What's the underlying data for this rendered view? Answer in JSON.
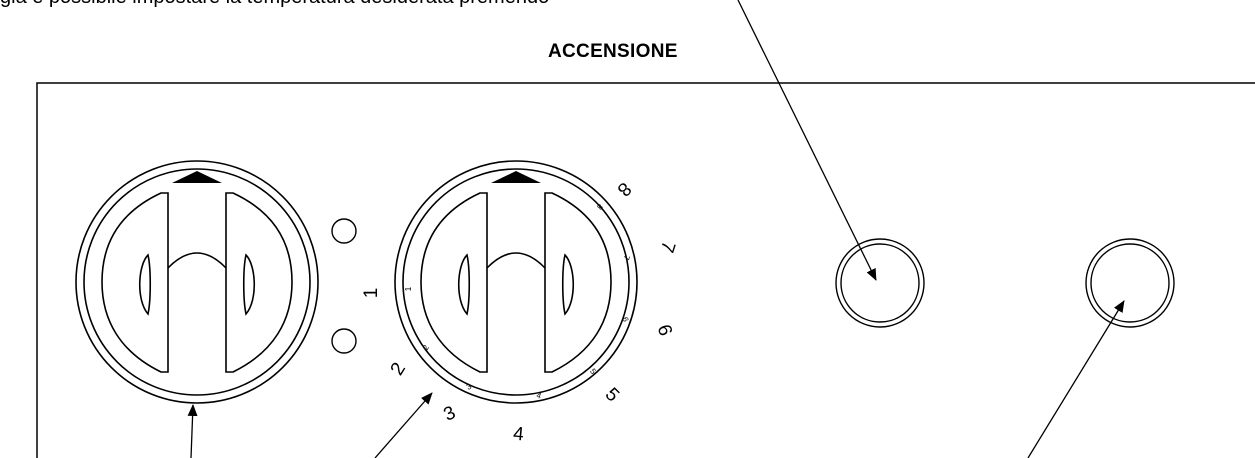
{
  "header": {
    "cut_text": "gia è possibile impostare la temperatura desiderata premendo",
    "title": "ACCENSIONE"
  },
  "dial_scale": {
    "large_numbers": [
      "1",
      "2",
      "3",
      "4",
      "5",
      "6",
      "7",
      "8"
    ],
    "small_numbers": [
      "1",
      "2",
      "3",
      "4",
      "5",
      "6",
      "7",
      "8"
    ]
  }
}
